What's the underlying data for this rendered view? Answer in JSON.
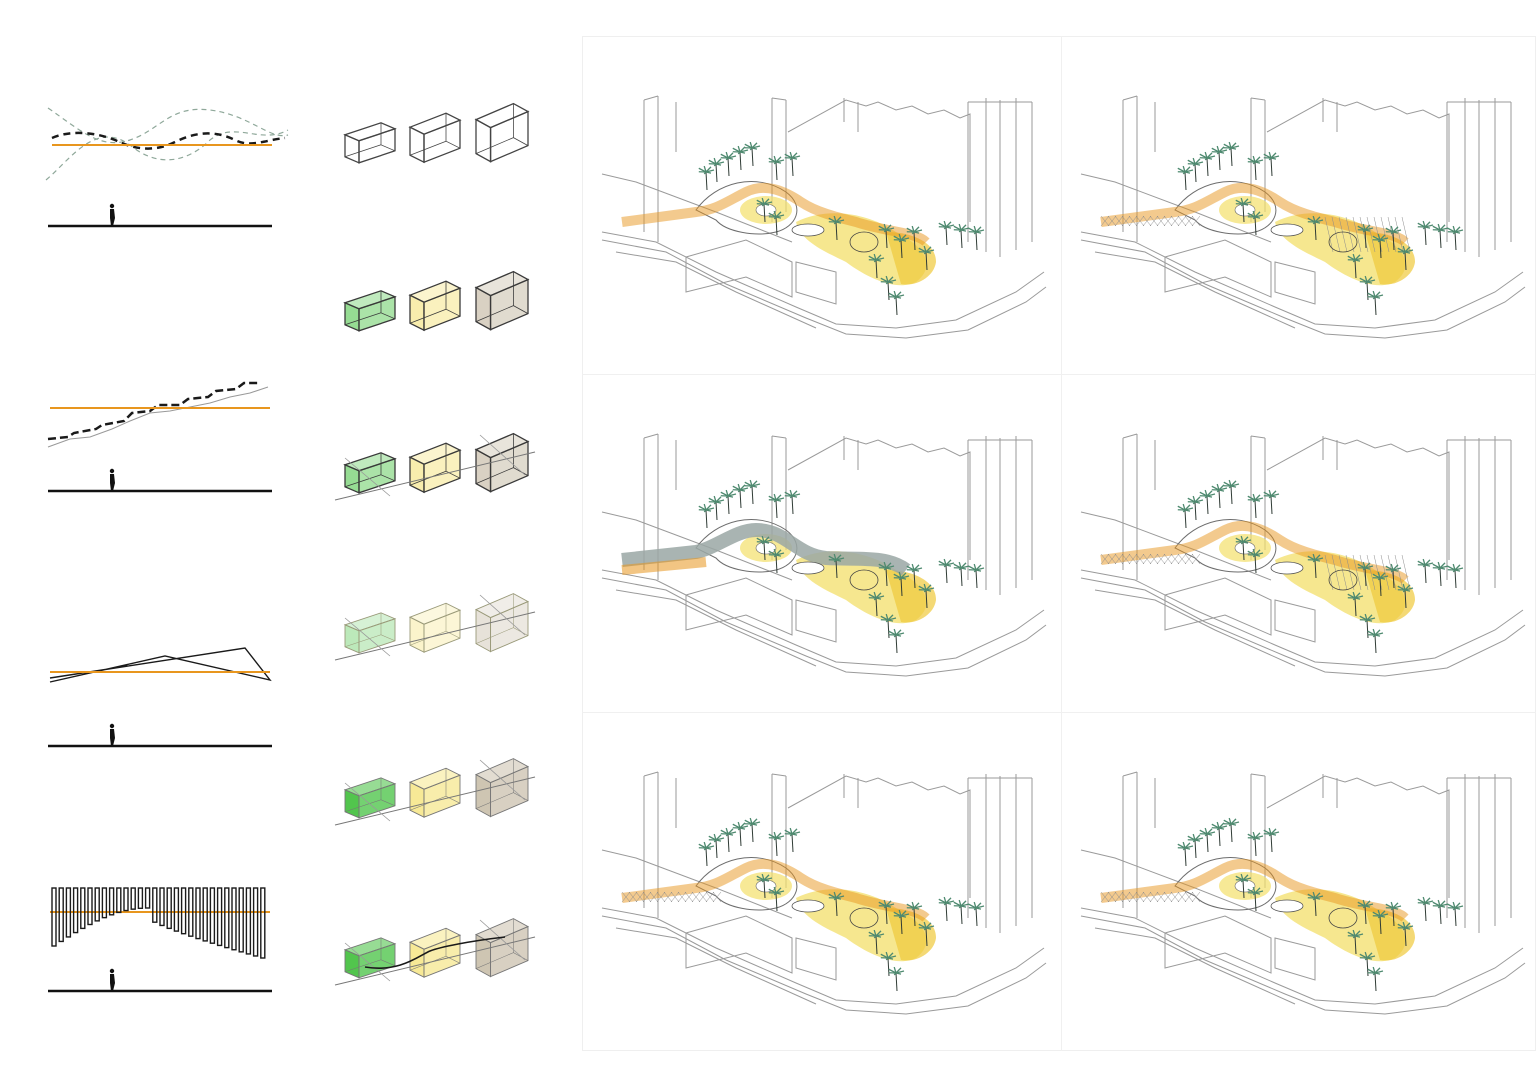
{
  "colors": {
    "orange": "#e8961e",
    "green": "#3fbf3a",
    "yellow": "#f3df6a",
    "taupe": "#b9ac92",
    "outline": "#555555",
    "palm": "#4f8a70"
  },
  "icons": {
    "person": "person-silhouette-icon",
    "palm": "palm-tree-icon"
  },
  "section_diagrams": [
    {
      "id": "wave",
      "pattern": "dashed-waves"
    },
    {
      "id": "steps",
      "pattern": "stepped-path"
    },
    {
      "id": "zigzag",
      "pattern": "folded-lines"
    },
    {
      "id": "fins",
      "pattern": "vertical-fins"
    }
  ],
  "volume_rows": [
    {
      "style": "outline"
    },
    {
      "style": "colored"
    },
    {
      "style": "colored-linked"
    },
    {
      "style": "translucent-linked"
    },
    {
      "style": "solid-linked"
    },
    {
      "style": "solid-connected"
    }
  ],
  "site_views": [
    {
      "id": "view-1",
      "overlay": "orange-path"
    },
    {
      "id": "view-2",
      "overlay": "hatched-path"
    },
    {
      "id": "view-3",
      "overlay": "grey-band"
    },
    {
      "id": "view-4",
      "overlay": "hatched-path"
    },
    {
      "id": "view-5",
      "overlay": "hatched-left"
    },
    {
      "id": "view-6",
      "overlay": "hatched-left"
    }
  ]
}
